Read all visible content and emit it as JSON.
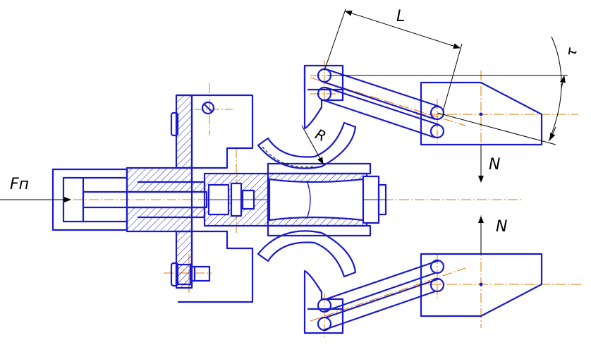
{
  "colors": {
    "outline": "#1a1acc",
    "centerline": "#e07b00",
    "dimension": "#000000",
    "hatch": "#1a1acc",
    "background": "#ffffff"
  },
  "labels": {
    "force_input": "Fп",
    "length": "L",
    "radius": "R",
    "angle": "τ",
    "normal_upper": "N",
    "normal_lower": "N"
  }
}
